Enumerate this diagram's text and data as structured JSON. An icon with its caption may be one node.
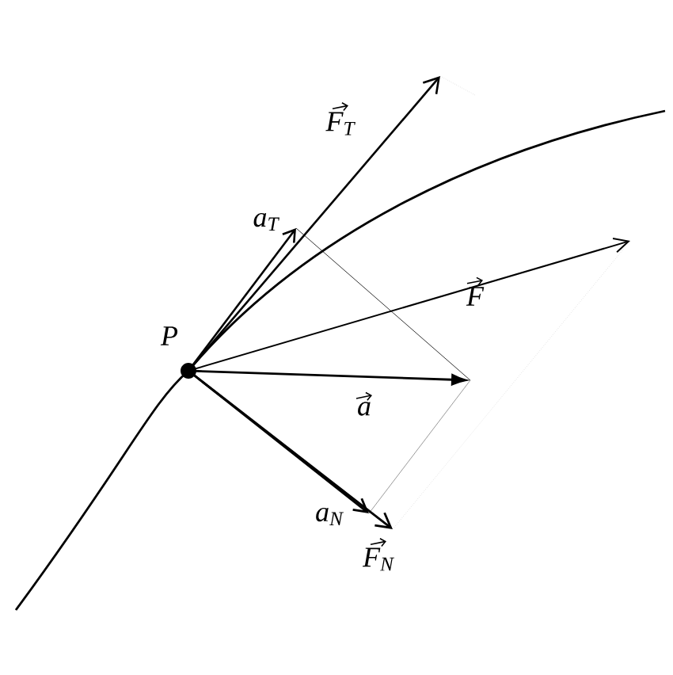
{
  "diagram": {
    "labels": [
      "F$_{T}$",
      "a$_{T}$",
      "F",
      "P",
      "a",
      "a$_{N}$",
      "F$_{N}$"
    ]
  }
}
